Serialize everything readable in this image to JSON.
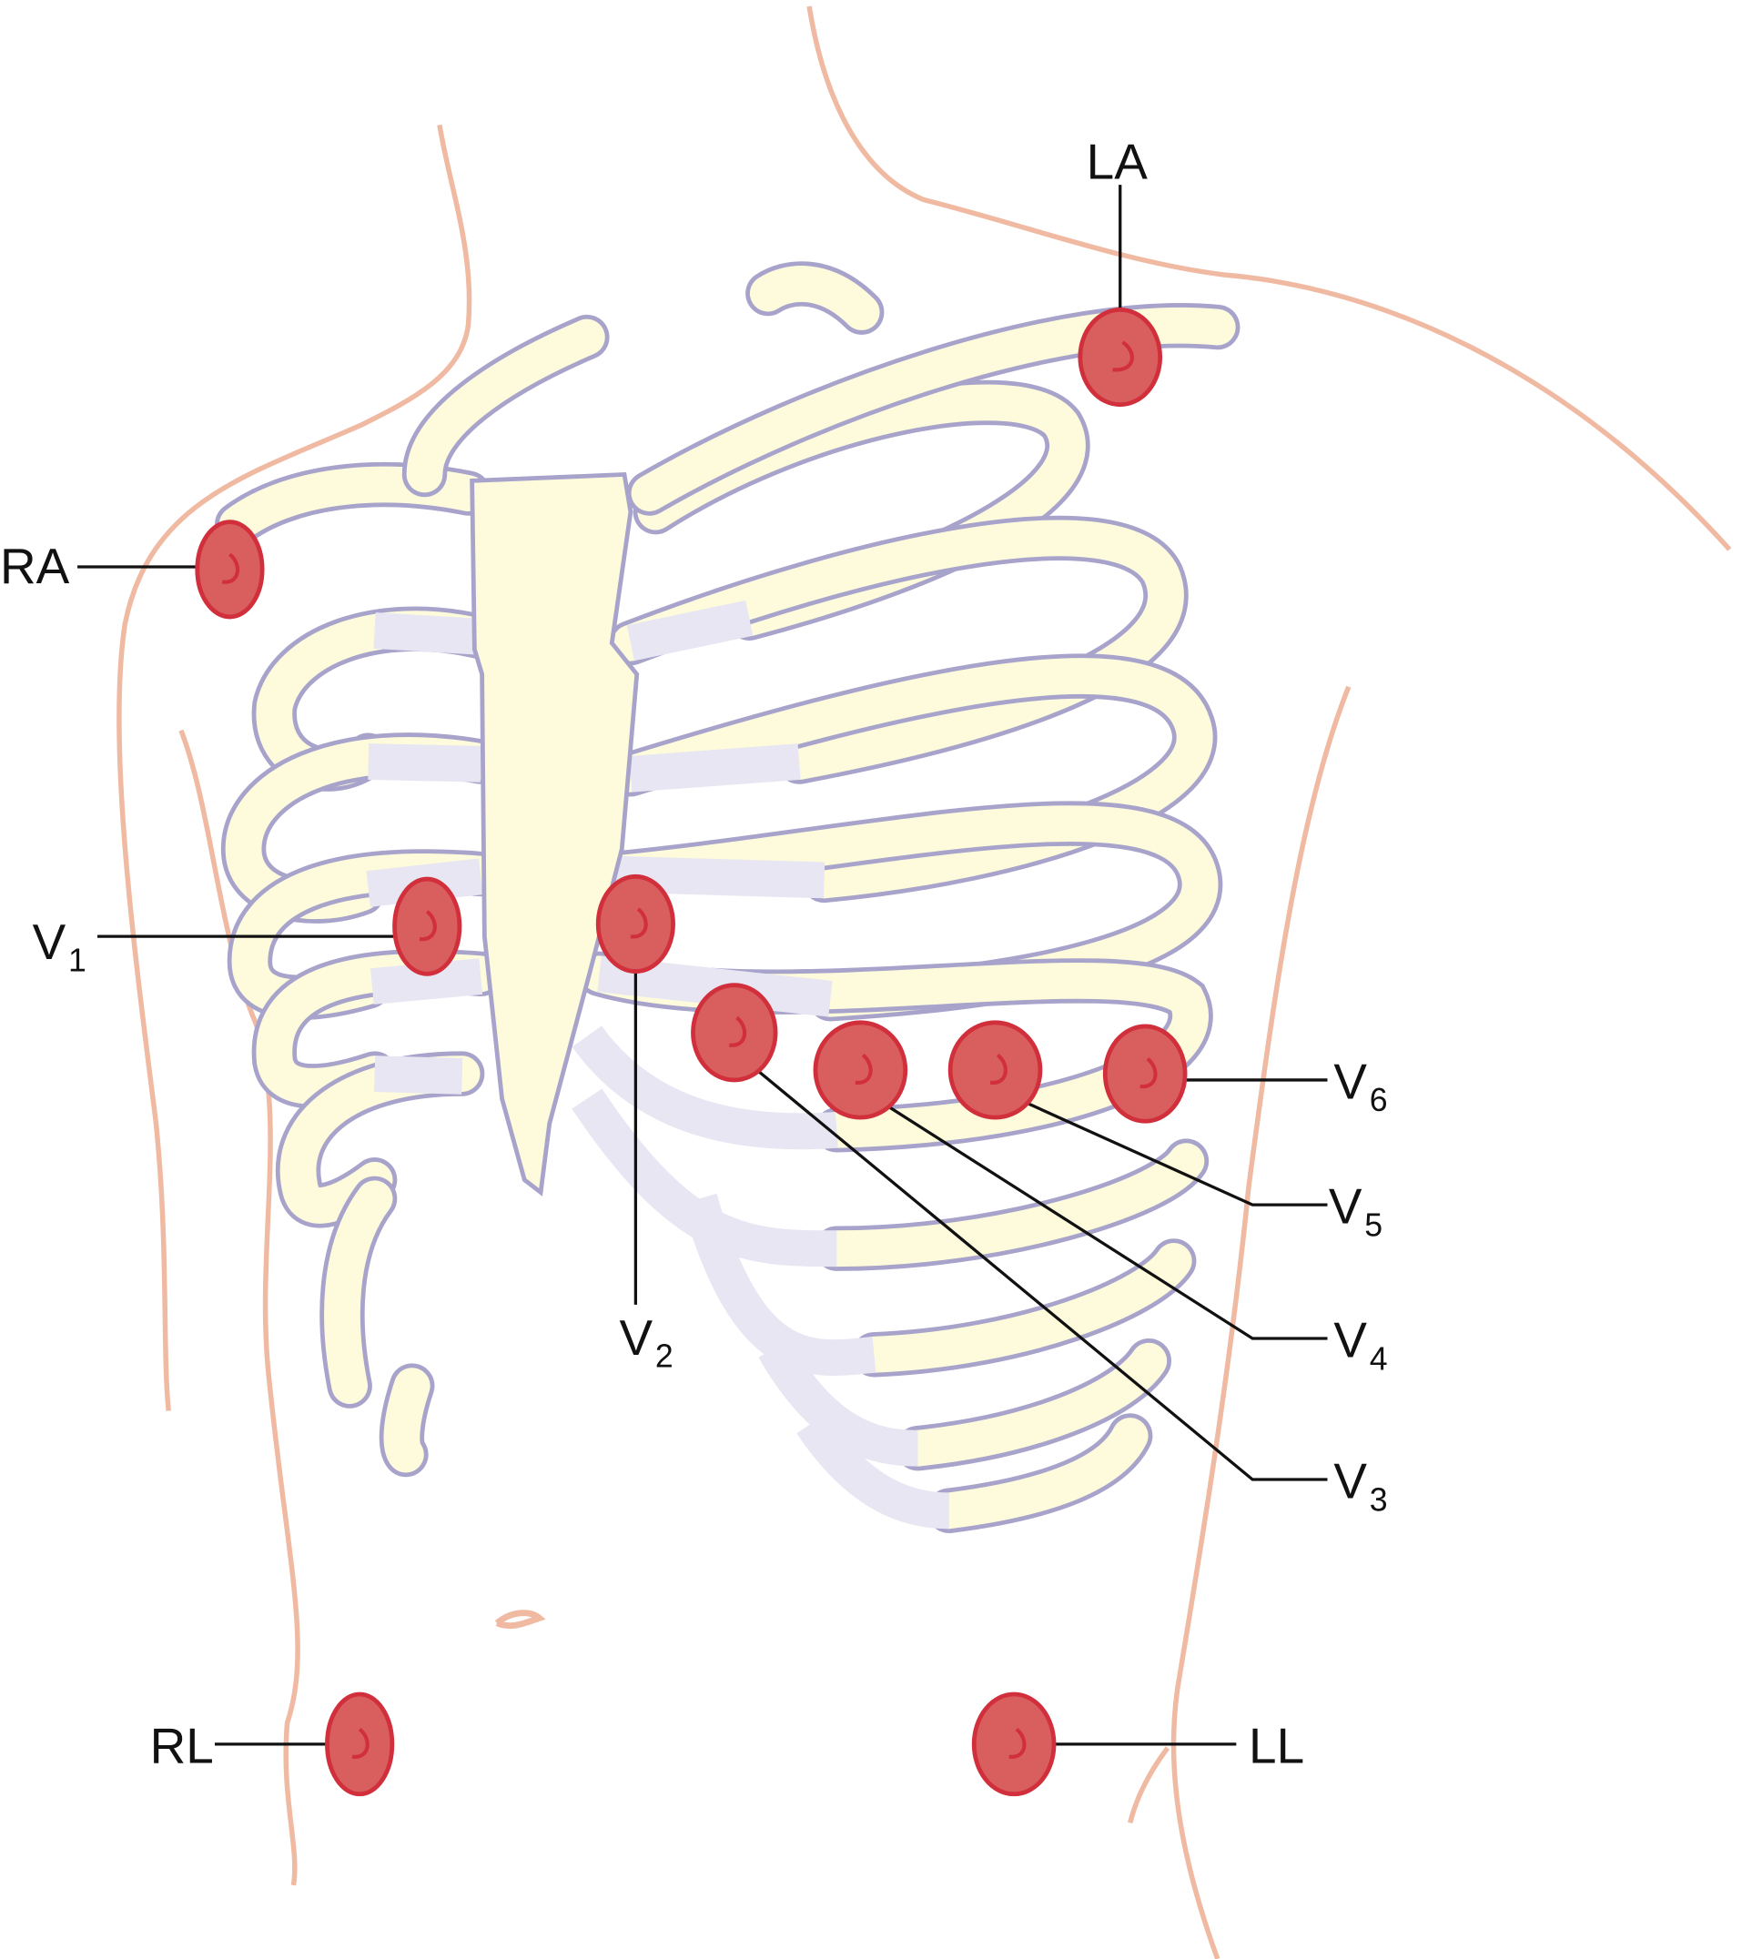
{
  "title": "12-lead ECG electrode placement",
  "labels": {
    "LA": {
      "main": "LA"
    },
    "RA": {
      "main": "RA"
    },
    "RL": {
      "main": "RL"
    },
    "LL": {
      "main": "LL"
    },
    "V1": {
      "main": "V",
      "sub": "1"
    },
    "V2": {
      "main": "V",
      "sub": "2"
    },
    "V3": {
      "main": "V",
      "sub": "3"
    },
    "V4": {
      "main": "V",
      "sub": "4"
    },
    "V5": {
      "main": "V",
      "sub": "5"
    },
    "V6": {
      "main": "V",
      "sub": "6"
    }
  },
  "colors": {
    "electrode": "#d95f5f",
    "electrode_border": "#d12f3b",
    "bone": "#fdfbdb",
    "bone_outline": "#a7a3cb",
    "cartilage": "#e7e6f2",
    "skin": "#f0b9a2"
  }
}
